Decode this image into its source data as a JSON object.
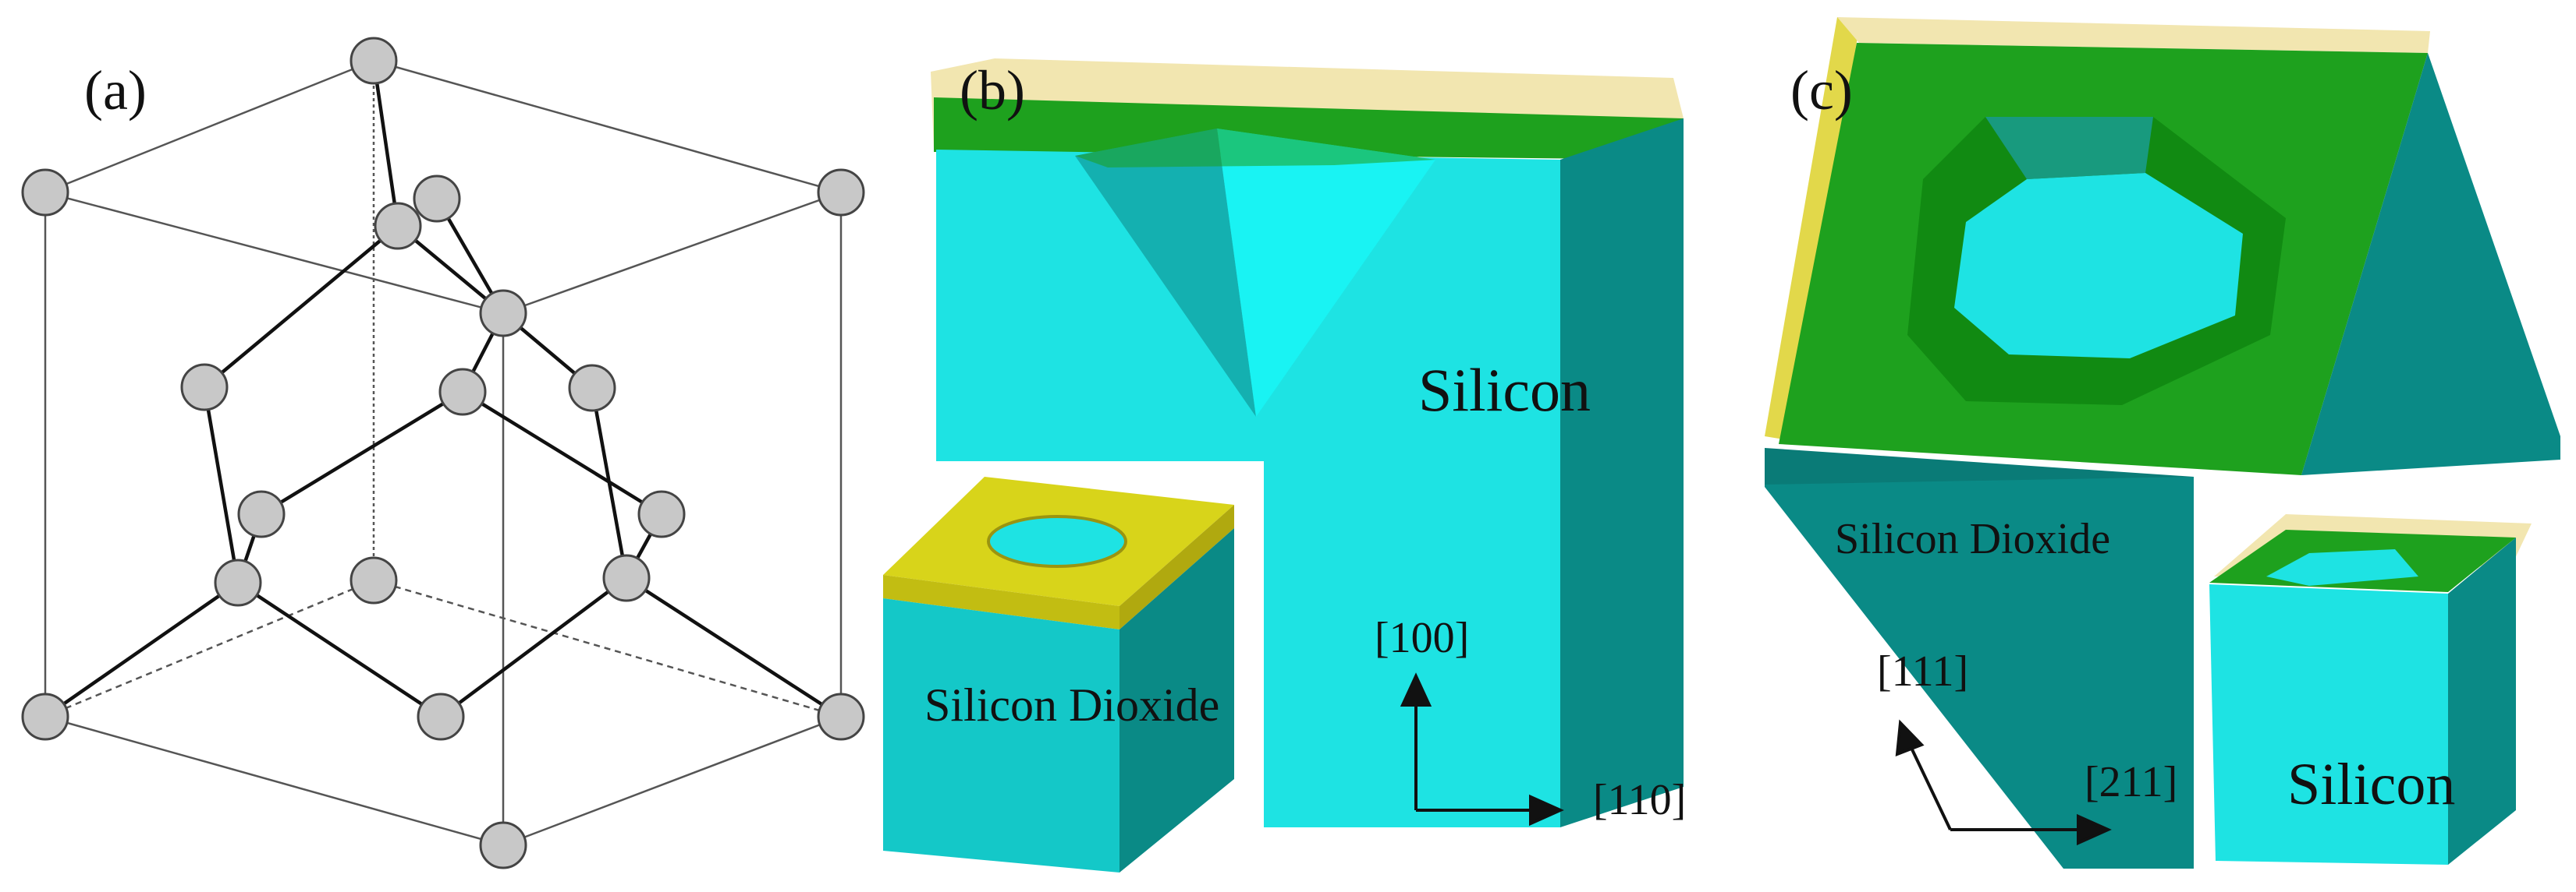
{
  "panels": {
    "a": {
      "label": "(a)"
    },
    "b": {
      "label": "(b)",
      "material_main": "Silicon",
      "material_inset": "Silicon Dioxide",
      "axis_up": "[100]",
      "axis_right": "[110]"
    },
    "c": {
      "label": "(c)",
      "material_main": "Silicon Dioxide",
      "material_inset": "Silicon",
      "axis_up": "[111]",
      "axis_right": "[211]"
    }
  },
  "colors": {
    "cyan": "#1fdcdc",
    "cyan_bright": "#19f3f3",
    "teal": "#0a8a86",
    "teal_dark": "#0a6f6c",
    "green": "#1ea11e",
    "green_dark": "#11820f",
    "yellow": "#d8d41a",
    "yellow_pale": "#f2e6b0",
    "atom": "#c8c8c8",
    "bond": "#111111",
    "edge": "#555555"
  }
}
